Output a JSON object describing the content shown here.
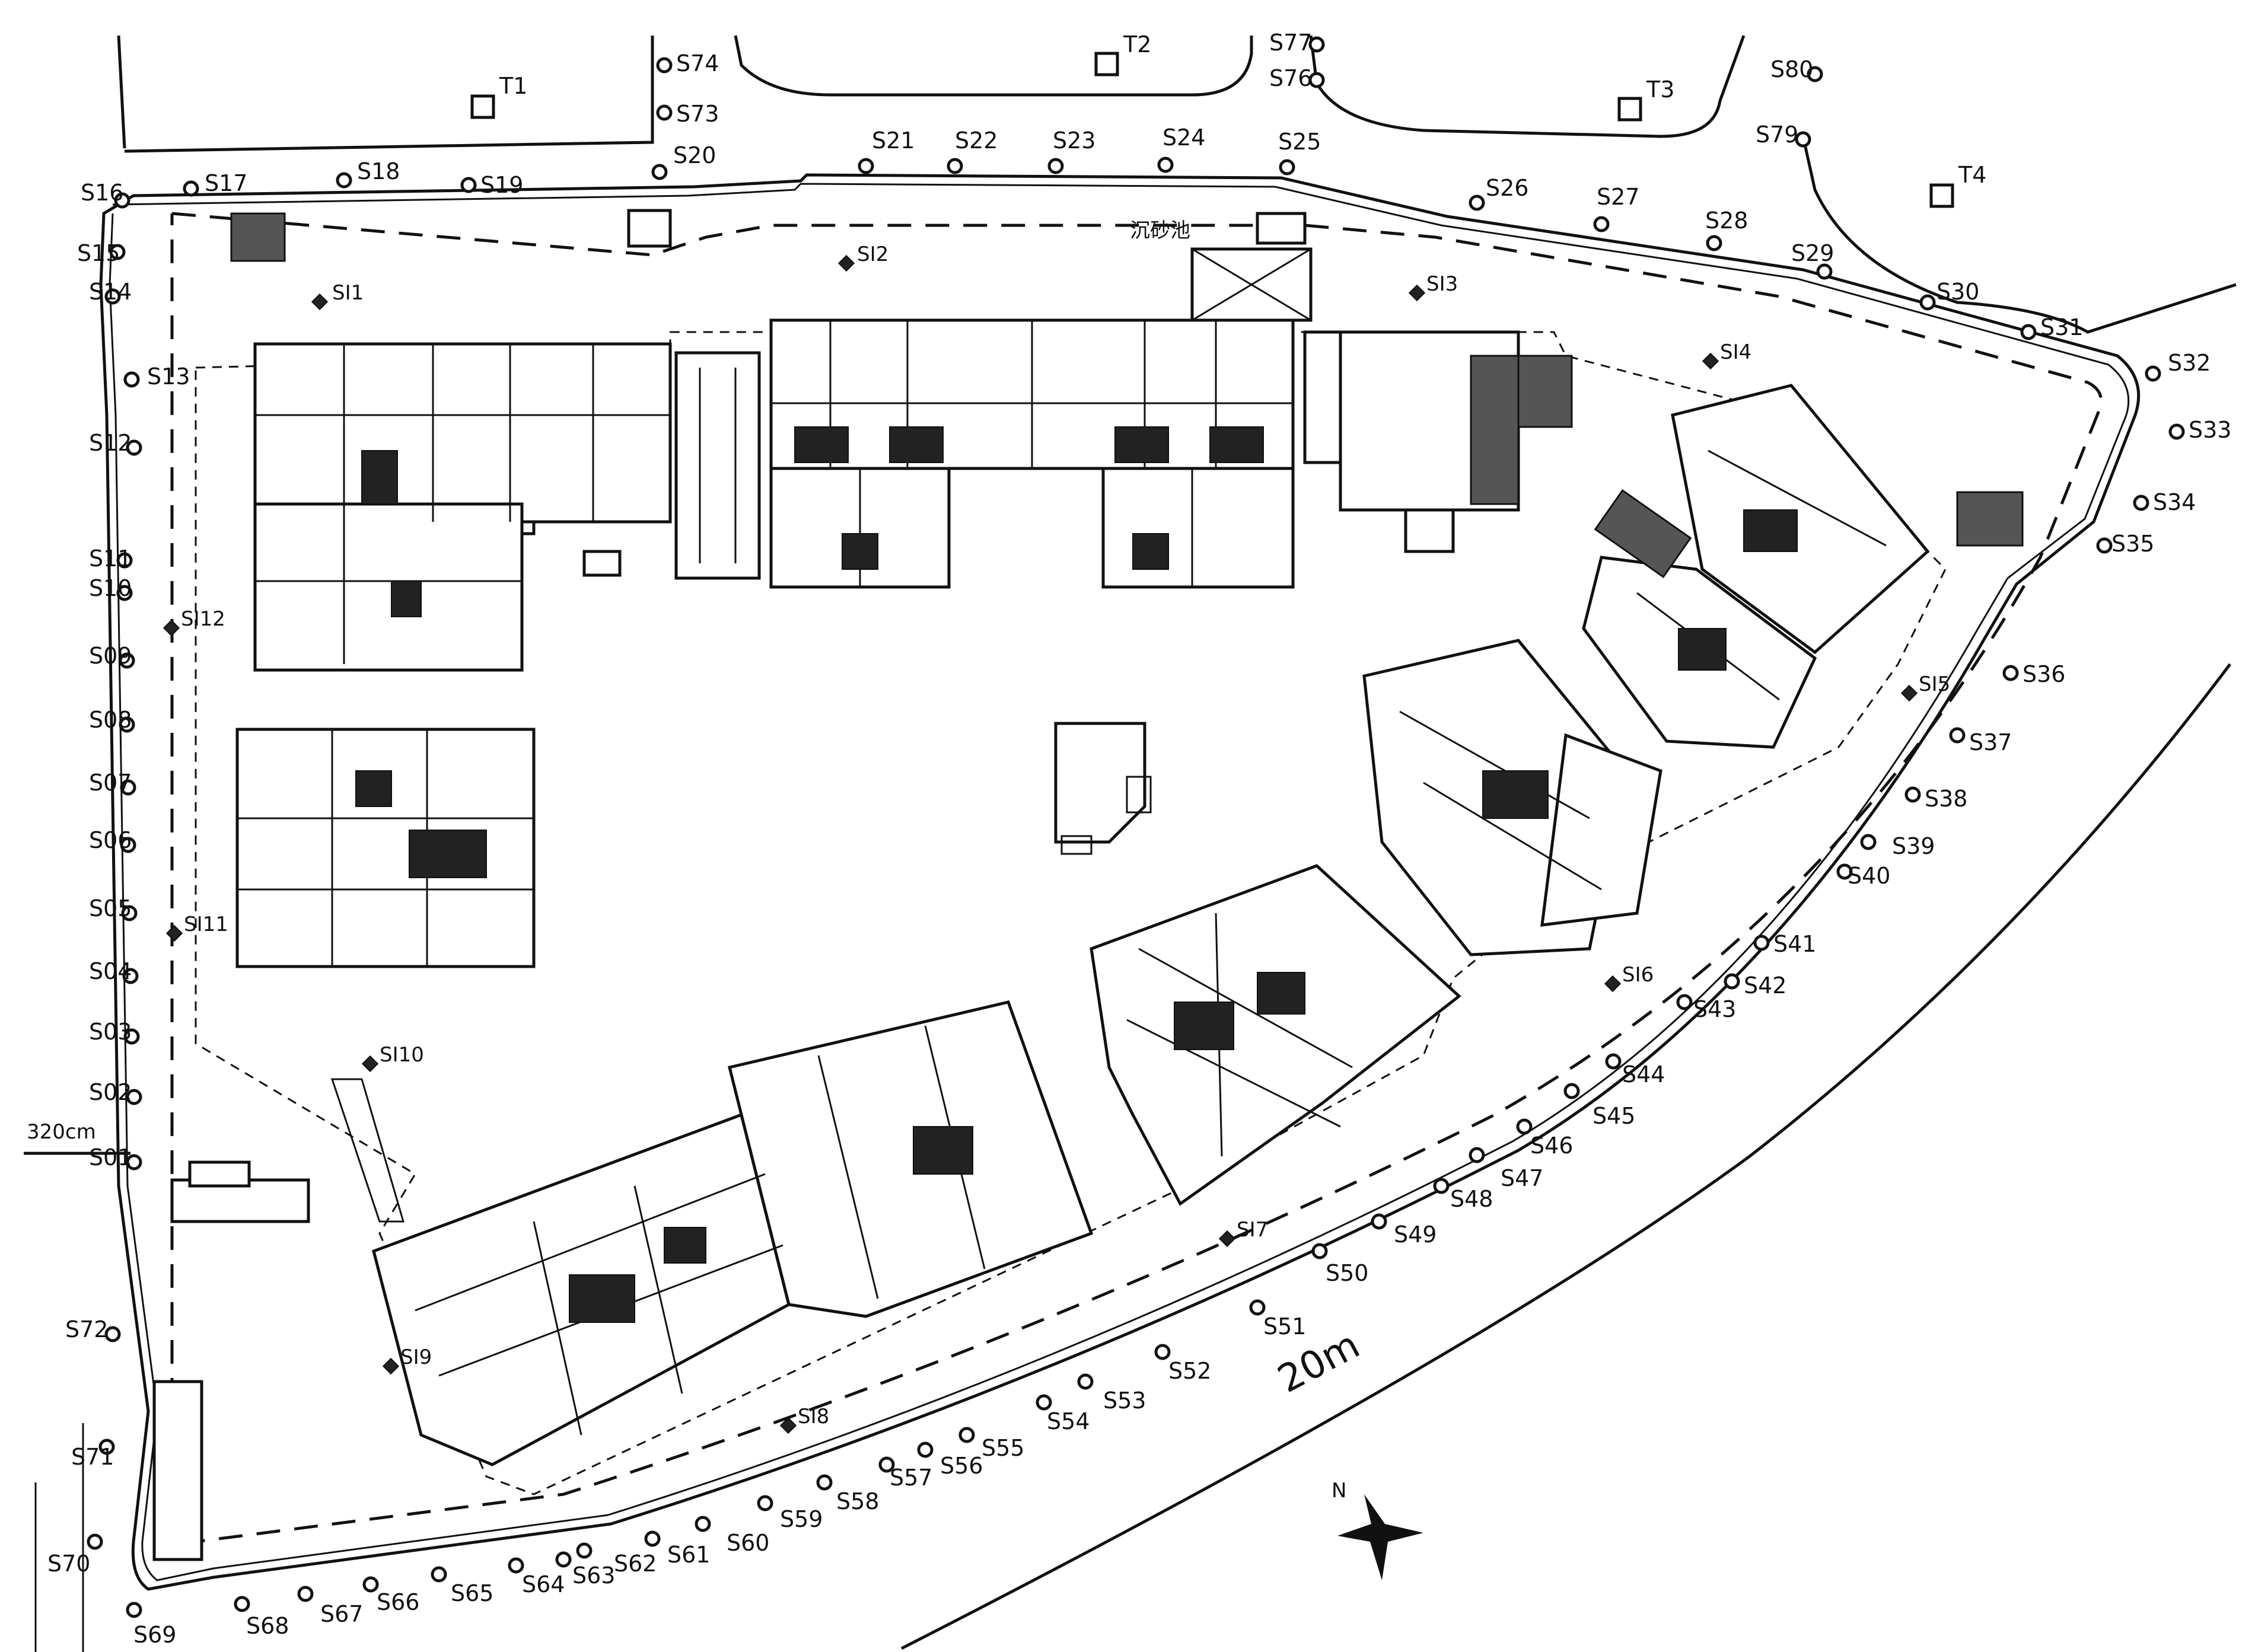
{
  "map": {
    "monitoring_points": [
      "S01",
      "S02",
      "S03",
      "S04",
      "S05",
      "S06",
      "S07",
      "S08",
      "S09",
      "S10",
      "S11",
      "S12",
      "S13",
      "S14",
      "S15",
      "S16",
      "S17",
      "S18",
      "S19",
      "S20",
      "S21",
      "S22",
      "S23",
      "S24",
      "S25",
      "S26",
      "S27",
      "S28",
      "S29",
      "S30",
      "S31",
      "S32",
      "S33",
      "S34",
      "S35",
      "S36",
      "S37",
      "S38",
      "S39",
      "S40",
      "S41",
      "S42",
      "S43",
      "S44",
      "S45",
      "S46",
      "S47",
      "S48",
      "S49",
      "S50",
      "S51",
      "S52",
      "S53",
      "S54",
      "S55",
      "S56",
      "S57",
      "S58",
      "S59",
      "S60",
      "S61",
      "S62",
      "S63",
      "S64",
      "S65",
      "S66",
      "S67",
      "S68",
      "S69",
      "S70",
      "S71",
      "S72",
      "S73",
      "S74",
      "S76",
      "S77",
      "S79",
      "S80"
    ],
    "inclinometers": [
      "SI1",
      "SI2",
      "SI3",
      "SI4",
      "SI5",
      "SI6",
      "SI7",
      "SI8",
      "SI9",
      "SI10",
      "SI11",
      "SI12"
    ],
    "towers": [
      "T1",
      "T2",
      "T3",
      "T4"
    ],
    "labels": {
      "width_20m": "20m",
      "width_320cm": "320cm",
      "sedimentation_tank": "沉砂池",
      "north": "N"
    }
  }
}
